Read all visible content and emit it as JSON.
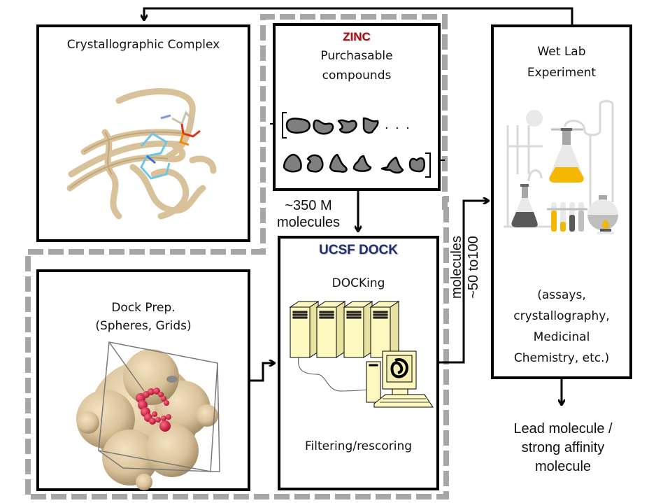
{
  "diagram": {
    "type": "virtual-screening-workflow",
    "colors": {
      "zinc_title": "#a50f15",
      "dock_title": "#1f2f6b",
      "dashed_region": "#a6a6a6",
      "protein": "#d9c29a",
      "spheres": "#d0103a",
      "server": "#fdf8c0",
      "lab_yellow": "#f5b800",
      "lab_gray": "#595959"
    },
    "nodes": {
      "crystal": {
        "title": "Crystallographic Complex",
        "image": "protein-ribbon-with-ligand"
      },
      "zinc": {
        "brand": "ZINC",
        "subtitle_line1": "Purchasable",
        "subtitle_line2": "compounds",
        "ellipsis": ". . .",
        "image": "molecule-shapes"
      },
      "dock_prep": {
        "title_line1": "Dock Prep.",
        "title_line2": "(Spheres, Grids)",
        "image": "protein-surface-with-spheres-and-grid-box"
      },
      "dock": {
        "brand": "UCSF DOCK",
        "subtitle": "DOCKing",
        "footer": "Filtering/rescoring",
        "image": "server-cluster-and-workstation"
      },
      "wetlab": {
        "title_line1": "Wet Lab",
        "title_line2": "Experiment",
        "detail_line1": "(assays,",
        "detail_line2": "crystallography,",
        "detail_line3": "Medicinal",
        "detail_line4": "Chemistry, etc.)",
        "image": "lab-glassware"
      }
    },
    "edges": {
      "zinc_to_dock": {
        "label_line1": "~350 M",
        "label_line2": "molecules"
      },
      "dock_to_wetlab": {
        "label_line1": "~50 to100",
        "label_line2": "molecules"
      },
      "wetlab_to_crystal": {
        "label": ""
      },
      "prep_to_dock": {
        "label": ""
      }
    },
    "outcome": {
      "line1": "Lead molecule /",
      "line2": "strong affinity",
      "line3": "molecule"
    }
  }
}
